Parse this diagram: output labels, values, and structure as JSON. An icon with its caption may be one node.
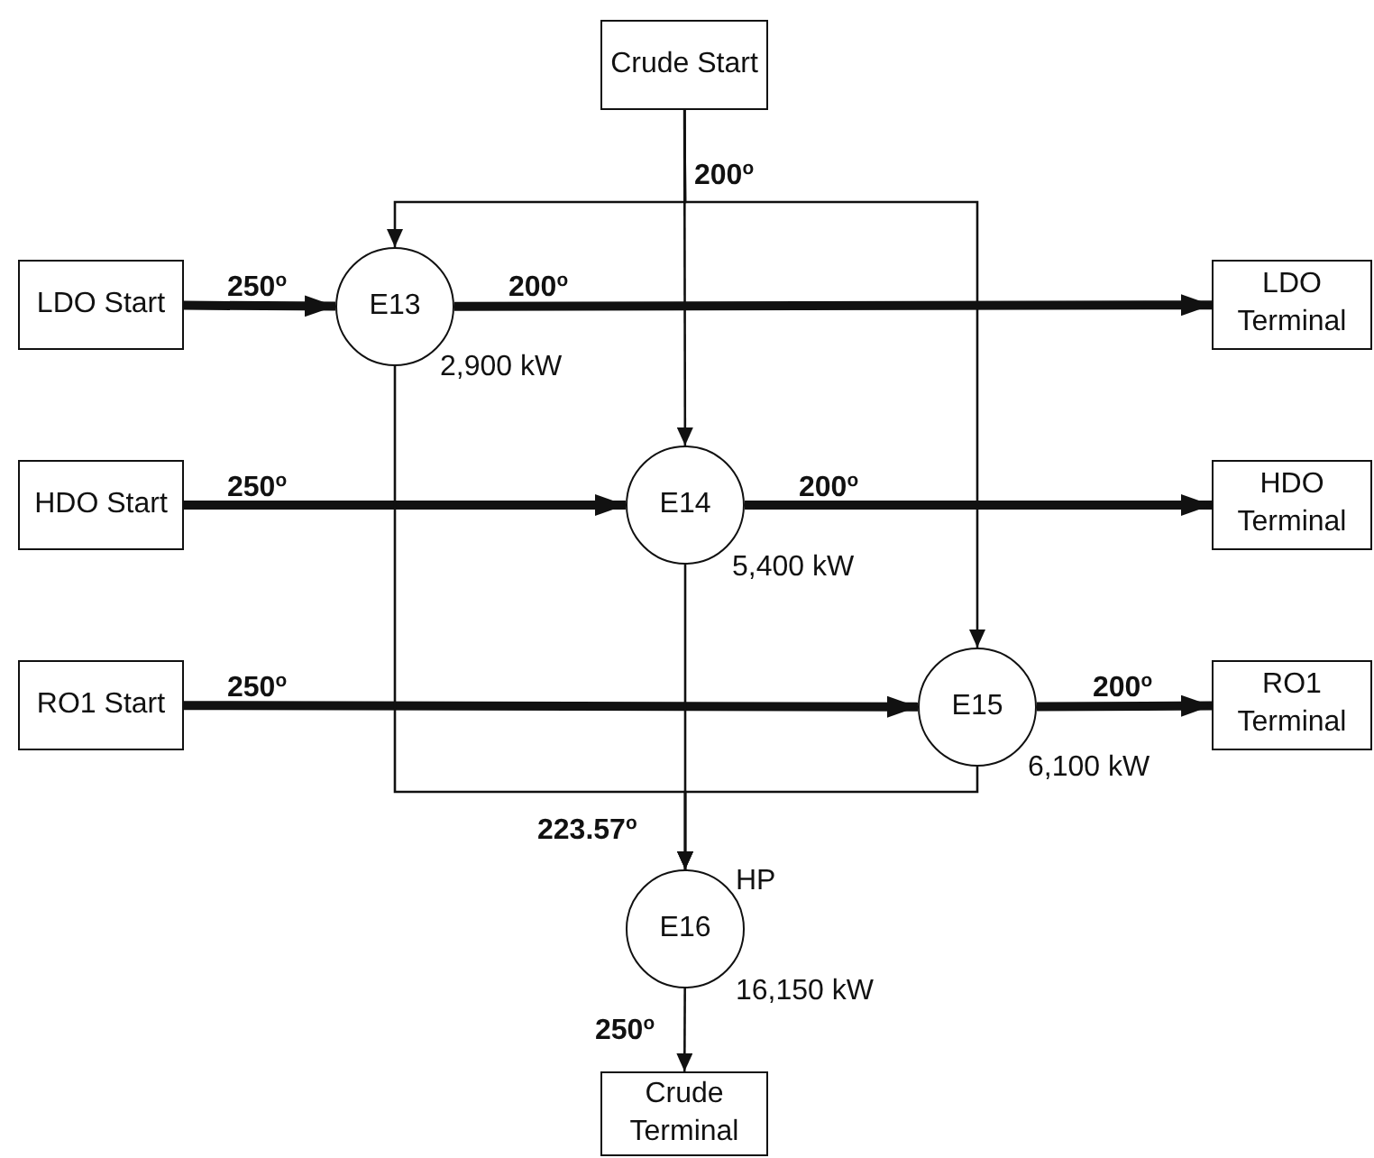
{
  "diagram": {
    "nodes": [
      {
        "text": [
          "Crude Start"
        ]
      },
      {
        "text": [
          "LDO Start"
        ]
      },
      {
        "text": [
          "E13"
        ],
        "beside": [
          "2,900 kW"
        ]
      },
      {
        "text": [
          "LDO Terminal"
        ]
      },
      {
        "text": [
          "HDO Start"
        ]
      },
      {
        "text": [
          "E14"
        ],
        "beside": [
          "5,400 kW"
        ]
      },
      {
        "text": [
          "HDO Terminal"
        ]
      },
      {
        "text": [
          "RO1 Start"
        ]
      },
      {
        "text": [
          "E15"
        ],
        "beside": [
          "6,100 kW"
        ]
      },
      {
        "text": [
          "RO1 Terminal"
        ]
      },
      {
        "text": [
          "E16"
        ],
        "beside": [
          "HP",
          "16,150 kW"
        ]
      },
      {
        "text": [
          "Crude Terminal"
        ]
      }
    ],
    "edges": [
      {
        "from": 0,
        "to": 2,
        "arrow": "to"
      },
      {
        "from": 0,
        "to": 5,
        "arrow": "to",
        "label": "200$^{o}$"
      },
      {
        "from": 0,
        "to": 8,
        "arrow": "to"
      },
      {
        "from": 1,
        "to": 2,
        "arrow": "to",
        "style": "thick",
        "label": "250$^{o}$"
      },
      {
        "from": 2,
        "to": 3,
        "arrow": "to",
        "style": "thick",
        "label": "200$^{o}$"
      },
      {
        "from": 4,
        "to": 5,
        "arrow": "to",
        "style": "thick",
        "label": "250$^{o}$"
      },
      {
        "from": 5,
        "to": 6,
        "arrow": "to",
        "style": "thick",
        "label": "200$^{o}$"
      },
      {
        "from": 7,
        "to": 8,
        "arrow": "to",
        "style": "thick",
        "label": "250$^{o}$"
      },
      {
        "from": 8,
        "to": 9,
        "arrow": "to",
        "style": "thick",
        "label": "200$^{o}$"
      },
      {
        "from": 2,
        "to": 10,
        "arrow": "to"
      },
      {
        "from": 5,
        "to": 10,
        "arrow": "to",
        "label": "223.57$^{o}$"
      },
      {
        "from": 8,
        "to": 10,
        "arrow": "to"
      },
      {
        "from": 10,
        "to": 11,
        "arrow": "to",
        "label": "250$^{o}$"
      }
    ]
  }
}
